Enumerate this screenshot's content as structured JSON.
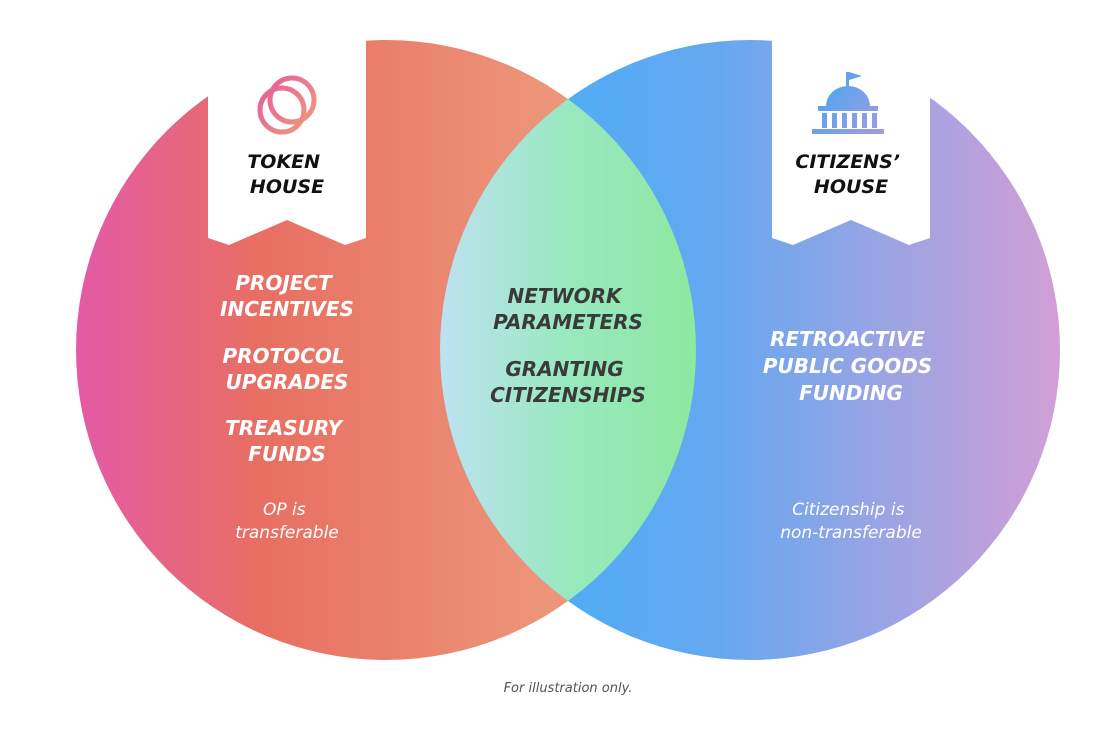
{
  "token_house": {
    "title_lines": [
      "TOKEN",
      "HOUSE"
    ],
    "items": [
      [
        "PROJECT",
        "INCENTIVES"
      ],
      [
        "PROTOCOL",
        "UPGRADES"
      ],
      [
        "TREASURY",
        "FUNDS"
      ]
    ],
    "note_lines": [
      "OP is",
      "transferable"
    ],
    "icon": "token-rings-icon",
    "gradient": [
      "#e45aa6",
      "#e86f62",
      "#efa985"
    ]
  },
  "citizens_house": {
    "title_lines": [
      "CITIZENS’",
      "HOUSE"
    ],
    "items": [
      [
        "RETROACTIVE",
        "PUBLIC GOODS",
        "FUNDING"
      ]
    ],
    "note_lines": [
      "Citizenship is",
      "non-transferable"
    ],
    "icon": "capitol-building-icon",
    "gradient": [
      "#52b3f7",
      "#8ea5e2",
      "#d29fd6"
    ]
  },
  "overlap": {
    "items": [
      [
        "NETWORK",
        "PARAMETERS"
      ],
      [
        "GRANTING",
        "CITIZENSHIPS"
      ]
    ],
    "gradient": [
      "#b9e4ec",
      "#8fe8aa"
    ]
  },
  "footer": {
    "disclaimer": "For illustration only."
  },
  "colors": {
    "label_white": "#ffffff",
    "overlap_text": "#3a3a3a",
    "title_text": "#111111",
    "footer_text": "#555555"
  }
}
